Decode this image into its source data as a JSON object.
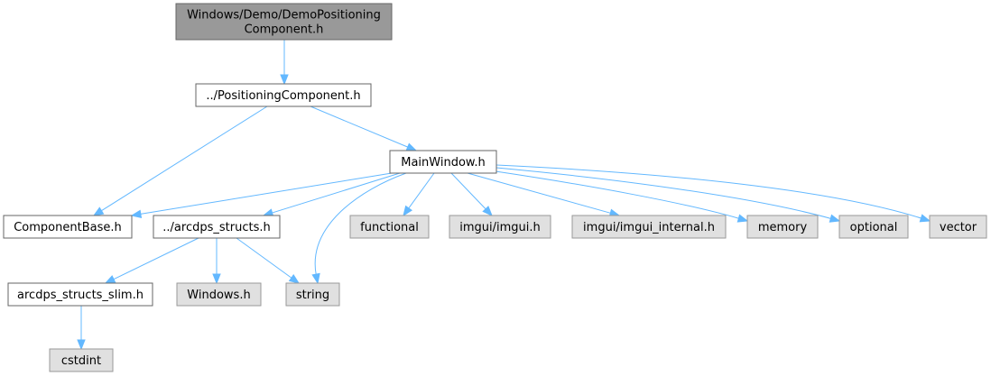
{
  "graph": {
    "nodes": [
      {
        "id": "root",
        "lines": [
          "Windows/Demo/DemoPositioning",
          "Component.h"
        ],
        "kind": "root"
      },
      {
        "id": "positioning",
        "lines": [
          "../PositioningComponent.h"
        ],
        "kind": "file"
      },
      {
        "id": "mainwindow",
        "lines": [
          "MainWindow.h"
        ],
        "kind": "file"
      },
      {
        "id": "componentbase",
        "lines": [
          "ComponentBase.h"
        ],
        "kind": "file"
      },
      {
        "id": "arcdps_structs",
        "lines": [
          "../arcdps_structs.h"
        ],
        "kind": "file"
      },
      {
        "id": "functional",
        "lines": [
          "functional"
        ],
        "kind": "system"
      },
      {
        "id": "imgui",
        "lines": [
          "imgui/imgui.h"
        ],
        "kind": "system"
      },
      {
        "id": "imgui_internal",
        "lines": [
          "imgui/imgui_internal.h"
        ],
        "kind": "system"
      },
      {
        "id": "memory",
        "lines": [
          "memory"
        ],
        "kind": "system"
      },
      {
        "id": "optional",
        "lines": [
          "optional"
        ],
        "kind": "system"
      },
      {
        "id": "vector",
        "lines": [
          "vector"
        ],
        "kind": "system"
      },
      {
        "id": "arcdps_slim",
        "lines": [
          "arcdps_structs_slim.h"
        ],
        "kind": "file"
      },
      {
        "id": "windows_h",
        "lines": [
          "Windows.h"
        ],
        "kind": "system"
      },
      {
        "id": "string",
        "lines": [
          "string"
        ],
        "kind": "system"
      },
      {
        "id": "cstdint",
        "lines": [
          "cstdint"
        ],
        "kind": "system"
      }
    ],
    "edges": [
      {
        "from": "root",
        "to": "positioning"
      },
      {
        "from": "positioning",
        "to": "componentbase"
      },
      {
        "from": "positioning",
        "to": "mainwindow"
      },
      {
        "from": "mainwindow",
        "to": "componentbase"
      },
      {
        "from": "mainwindow",
        "to": "arcdps_structs"
      },
      {
        "from": "mainwindow",
        "to": "string"
      },
      {
        "from": "mainwindow",
        "to": "functional"
      },
      {
        "from": "mainwindow",
        "to": "imgui"
      },
      {
        "from": "mainwindow",
        "to": "imgui_internal"
      },
      {
        "from": "mainwindow",
        "to": "memory"
      },
      {
        "from": "mainwindow",
        "to": "optional"
      },
      {
        "from": "mainwindow",
        "to": "vector"
      },
      {
        "from": "arcdps_structs",
        "to": "arcdps_slim"
      },
      {
        "from": "arcdps_structs",
        "to": "windows_h"
      },
      {
        "from": "arcdps_structs",
        "to": "string"
      },
      {
        "from": "arcdps_slim",
        "to": "cstdint"
      }
    ]
  },
  "colors": {
    "edge": "#63b8ff",
    "root_fill": "#999999",
    "file_fill": "#ffffff",
    "system_fill": "#e0e0e0",
    "border": "#666666",
    "system_border": "#999999"
  }
}
